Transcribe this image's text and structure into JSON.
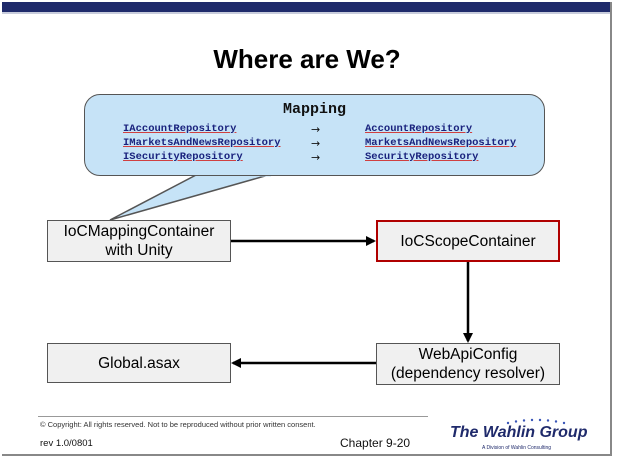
{
  "slide": {
    "title": "Where are We?"
  },
  "callout": {
    "title": "Mapping",
    "rows": [
      {
        "source": "IAccountRepository",
        "arrow": "→",
        "target": "AccountRepository"
      },
      {
        "source": "IMarketsAndNewsRepository",
        "arrow": "→",
        "target": "MarketsAndNewsRepository"
      },
      {
        "source": "ISecurityRepository",
        "arrow": "→",
        "target": "SecurityRepository"
      }
    ]
  },
  "nodes": {
    "ioc_mapping": {
      "line1": "IoCMappingContainer",
      "line2": "with Unity"
    },
    "ioc_scope": {
      "label": "IoCScopeContainer"
    },
    "global": {
      "label": "Global.asax"
    },
    "webapi": {
      "line1": "WebApiConfig",
      "line2": "(dependency resolver)"
    }
  },
  "colors": {
    "highlight_border": "#b00000",
    "callout_fill": "#c6e3f7",
    "brand_navy": "#1f2a6b"
  },
  "footer": {
    "copyright": "© Copyright: All rights reserved. Not to be reproduced without prior written consent.",
    "revision": "rev 1.0/0801",
    "chapter": "Chapter 9-20",
    "logo_name": "The Wahlin Group",
    "logo_tagline": "A Division of Wahlin Consulting"
  }
}
